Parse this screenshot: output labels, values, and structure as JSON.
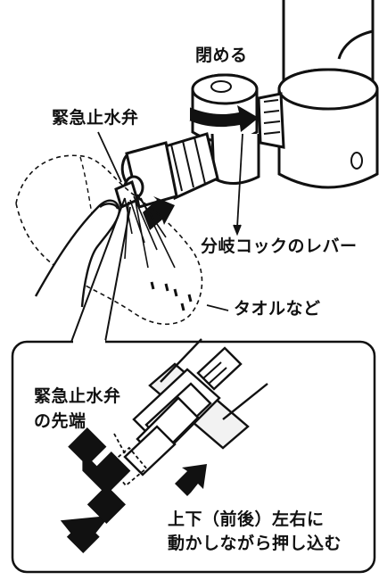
{
  "labels": {
    "close": "閉める",
    "emergency_valve": "緊急止水弁",
    "branch_cock_lever": "分岐コックのレバー",
    "towel": "タオルなど",
    "valve_tip_line1": "緊急止水弁",
    "valve_tip_line2": "の先端",
    "instruction_line1": "上下（前後）左右に",
    "instruction_line2": "動かしながら押し込む"
  },
  "colors": {
    "ink": "#111111",
    "background": "#ffffff",
    "light_fill": "#f2f2f2"
  },
  "icons": [
    "faucet",
    "branch-cock",
    "rotate-arrow",
    "push-arrow",
    "towel",
    "water-spray",
    "hand",
    "four-way-arrow"
  ]
}
